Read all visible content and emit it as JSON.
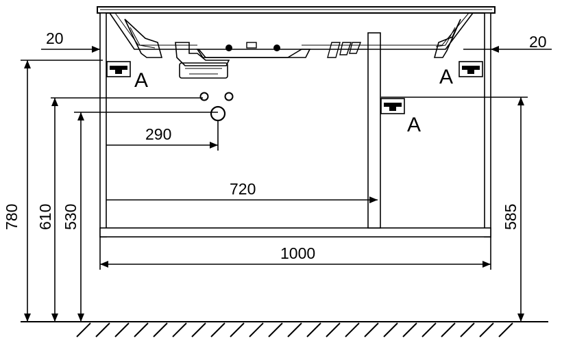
{
  "dimensions": {
    "overhang_left": "20",
    "overhang_right": "20",
    "height_total": "780",
    "height_drain_outlet": "610",
    "height_waste": "530",
    "height_shelf": "585",
    "drain_offset": "290",
    "inner_width": "720",
    "cabinet_width": "1000"
  },
  "markers": {
    "left": "A",
    "right": "A",
    "shelf": "A"
  }
}
